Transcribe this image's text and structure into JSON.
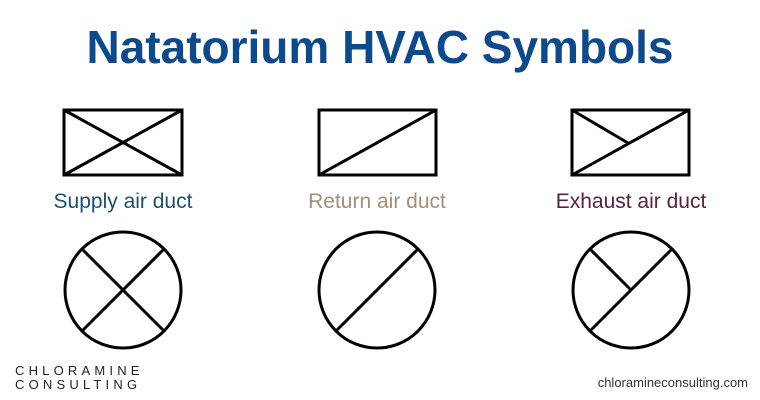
{
  "title": "Natatorium HVAC Symbols",
  "colors": {
    "title": "#0d4a8c",
    "supply": "#1d4e6e",
    "return": "#a48e7b",
    "exhaust": "#5a2240",
    "stroke": "#000000"
  },
  "symbols": [
    {
      "label": "Supply air duct",
      "rect_icon": "rectangular-duct-x-icon",
      "round_icon": "round-duct-x-icon"
    },
    {
      "label": "Return air duct",
      "rect_icon": "rectangular-duct-diagonal-icon",
      "round_icon": "round-duct-diagonal-icon"
    },
    {
      "label": "Exhaust air duct",
      "rect_icon": "rectangular-duct-half-x-icon",
      "round_icon": "round-duct-half-x-icon"
    }
  ],
  "logo": {
    "line1": "CHLORAMINE",
    "line2": "CONSULTING"
  },
  "website": "chloramineconsulting.com"
}
